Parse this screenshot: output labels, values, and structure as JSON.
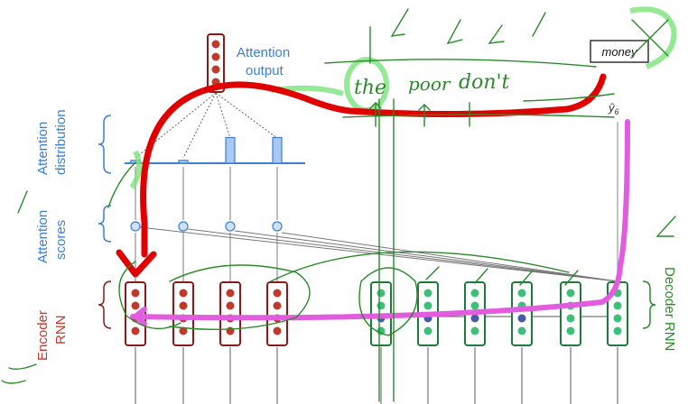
{
  "attention_output_label": [
    "Attention",
    "output"
  ],
  "attention_distribution_label": [
    "Attention",
    "distribution"
  ],
  "attention_scores_label": [
    "Attention",
    "scores"
  ],
  "encoder_label": [
    "Encoder",
    "RNN"
  ],
  "decoder_label": "Decoder RNN",
  "output_word": "money",
  "handwritten_words": [
    "the",
    "poor",
    "don't"
  ],
  "y_hat_label": "ŷ",
  "y_hat_subscript": "6",
  "attention_weights": [
    0.05,
    0.05,
    0.45,
    0.45
  ],
  "colors": {
    "encoder": "#8b1a1a",
    "encoder_dot": "#c0392b",
    "decoder": "#1e7a3c",
    "decoder_dot": "#3dbf7a",
    "attention_blue": "#3b7fd4",
    "ink_red": "#e00000",
    "ink_pink": "#e25ce0",
    "ink_green": "#2a8a2a",
    "highlight": "#7be37b"
  }
}
